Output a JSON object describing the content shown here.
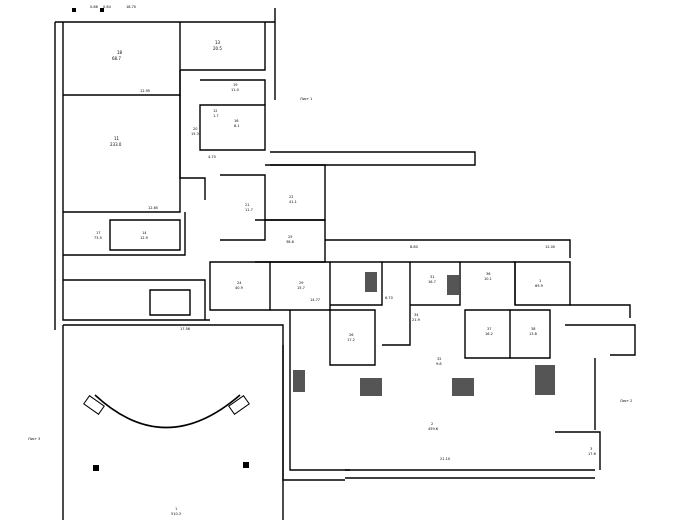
{
  "rooms": [
    {
      "id": "room-18",
      "number": "18",
      "area": "68.7"
    },
    {
      "id": "room-13",
      "number": "13",
      "area": "20.5"
    },
    {
      "id": "room-11",
      "number": "11",
      "area": "233.0"
    },
    {
      "id": "room-19",
      "number": "19",
      "area": "11.0"
    },
    {
      "id": "room-20",
      "number": "20",
      "area": "15.3"
    },
    {
      "id": "room-12",
      "number": "12",
      "area": "1.7"
    },
    {
      "id": "room-16",
      "number": "16",
      "area": "8.1"
    },
    {
      "id": "room-21",
      "number": "21",
      "area": "11.7"
    },
    {
      "id": "room-22",
      "number": "22",
      "area": "41.1"
    },
    {
      "id": "room-17",
      "number": "17",
      "area": "73.5"
    },
    {
      "id": "room-14",
      "number": "14",
      "area": "12.9"
    },
    {
      "id": "room-24",
      "number": "24",
      "area": "40.9"
    },
    {
      "id": "room-25",
      "number": "25",
      "area": "38.6"
    },
    {
      "id": "room-29",
      "number": "29",
      "area": "15.7"
    },
    {
      "id": "room-36",
      "number": "36",
      "area": "10.1"
    },
    {
      "id": "room-31",
      "number": "31",
      "area": "16.7"
    },
    {
      "id": "room-1",
      "number": "1",
      "area": "69.9"
    },
    {
      "id": "room-26",
      "number": "26",
      "area": "17.2"
    },
    {
      "id": "room-34",
      "number": "34",
      "area": "21.9"
    },
    {
      "id": "room-32",
      "number": "32",
      "area": "9.8"
    },
    {
      "id": "room-38",
      "number": "38",
      "area": "13.8"
    },
    {
      "id": "room-37",
      "number": "37",
      "area": "16.2"
    },
    {
      "id": "room-2",
      "number": "2",
      "area": "459.6"
    },
    {
      "id": "room-3",
      "number": "3",
      "area": "17.6"
    },
    {
      "id": "room-1b",
      "number": "1",
      "area": "510.3"
    }
  ],
  "dimensions": {
    "top_width": "18.70",
    "top_seg_a": "0.86",
    "top_seg_b": "0.64",
    "d_1295": "12.95",
    "d_1265": "12.65",
    "d_470": "4.70",
    "d_1756": "17.56",
    "d_2110": "21.10",
    "d_880": "8.80",
    "d_670": "6.70",
    "d_1477": "14.77",
    "d_1200": "12.00"
  },
  "annotations": {
    "level_note_top": "Лист 1",
    "level_note_right": "Лист 2",
    "level_note_left": "Лист 3"
  }
}
